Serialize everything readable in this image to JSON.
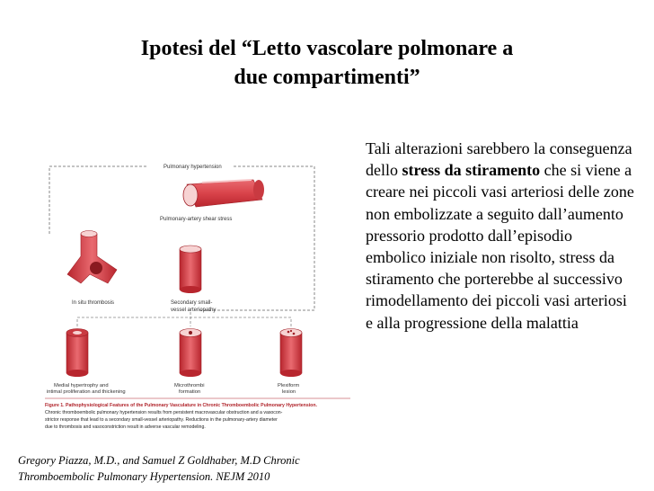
{
  "slide": {
    "title_line1": "Ipotesi del “Letto vascolare polmonare a",
    "title_line2": "due compartimenti”"
  },
  "text": {
    "p1": "Tali alterazioni sarebbero  la conseguenza dello ",
    "bold": "stress da stiramento",
    "p2": " che si viene a creare nei piccoli vasi arteriosi delle zone non embolizzate  a seguito dall’aumento pressorio prodotto  dall’episodio embolico iniziale non risolto,  stress da stiramento che porterebbe al   successivo rimodellamento dei piccoli vasi arteriosi e alla progressione della malattia"
  },
  "citation": {
    "line1": "Gregory Piazza, M.D., and Samuel Z Goldhaber, M.D Chronic",
    "line2": "Thromboembolic Pulmonary Hypertension. NEJM 2010"
  },
  "figure": {
    "top_label": "Pulmonary hypertension",
    "shear_label": "Pulmonary-artery shear stress",
    "thrombosis_label": "In situ thrombosis",
    "secondary_label_1": "Secondary small-",
    "secondary_label_2": "vessel arteriopathy",
    "medial_label_1": "Medial hypertrophy and",
    "medial_label_2": "intimal proliferation and thickening",
    "micro_label_1": "Microthrombi",
    "micro_label_2": "formation",
    "plexi_label_1": "Plexiform",
    "plexi_label_2": "lesion",
    "caption_title": "Figure 1. Pathophysiological Features of the Pulmonary Vasculature in Chronic Thromboembolic Pulmonary Hypertension.",
    "caption_1": "Chronic thromboembolic pulmonary hypertension results from persistent macrovascular obstruction and a vasocon-",
    "caption_2": "strictor response that lead to a secondary small-vessel arteriopathy. Reductions in the pulmonary-artery diameter",
    "caption_3": "due to thrombosis and vasoconstriction result in adverse vascular remodeling.",
    "colors": {
      "vessel": "#d9434a",
      "vessel_light": "#f1a2a4",
      "lumen": "#f7d3d3",
      "caption_red": "#b0232a"
    }
  }
}
